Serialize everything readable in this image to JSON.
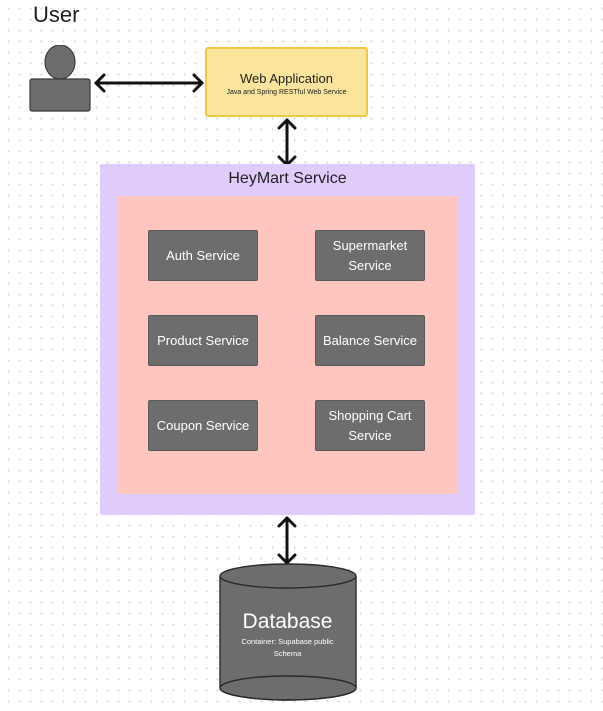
{
  "user": {
    "label": "User",
    "icon": "person-computer-icon"
  },
  "web_app": {
    "title": "Web Application",
    "subtitle": "Java and Spring RESTful Web Service"
  },
  "heymart": {
    "title": "HeyMart Service",
    "services": [
      "Auth Service",
      "Supermarket Service",
      "Product Service",
      "Balance Service",
      "Coupon Service",
      "Shopping Cart Service"
    ]
  },
  "database": {
    "title": "Database",
    "subtitle": "Container: Supabase public Schema"
  },
  "colors": {
    "webapp_fill": "#fbe49b",
    "webapp_border": "#f0c841",
    "heymart_fill": "#e0ccfc",
    "inner_fill": "#ffc5bf",
    "service_fill": "#6d6d6d",
    "database_fill": "#6d6d6d"
  }
}
